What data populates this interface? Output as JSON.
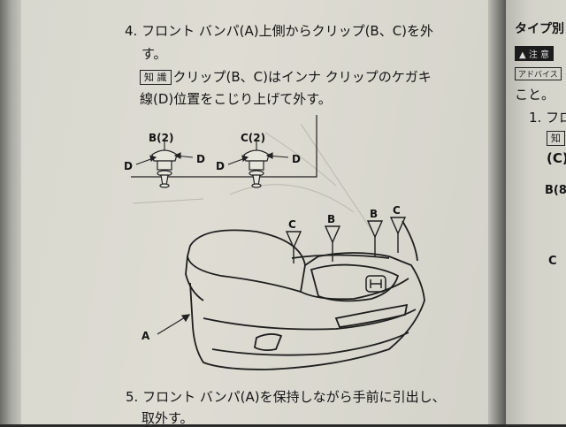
{
  "main": {
    "step4_line1": "4. フロント バンパ(A)上側からクリップ(B、C)を外",
    "step4_line2": "す。",
    "note_tag": "知 識",
    "note_line1": "クリップ(B、C)はインナ クリップのケガキ",
    "note_line2": "線(D)位置をこじり上げて外す。",
    "step5_line1": "5. フロント バンパ(A)を保持しながら手前に引出し、",
    "step5_line2": "取外す。"
  },
  "diagram": {
    "clip_b_label": "B(2)",
    "clip_c_label": "C(2)",
    "scribe_label": "D",
    "bumper_label": "A",
    "callout_c": "C",
    "callout_b": "B"
  },
  "right_page": {
    "heading": "タイプ別",
    "warn_tag": "注 意",
    "advice_tag": "アドバイス",
    "line1": "こと。",
    "step1": "1. フロ",
    "note_tag": "知",
    "line_c": "(C)",
    "line_b": "B(8",
    "line_c2": "C"
  }
}
